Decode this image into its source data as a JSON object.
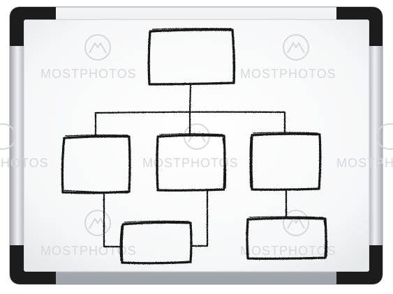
{
  "colors": {
    "frame_light": "#e4e6ea",
    "frame_dark": "#a9adb4",
    "corner": "#1c1c1c",
    "board_center": "#ffffff",
    "board_edge": "#e9ecef",
    "marker": "#141414",
    "watermark": "#d5d8dc"
  },
  "watermark": {
    "text": "MOSTPHOTOS",
    "logo_icon": "mostphotos-mountain-logo-icon"
  },
  "diagram": {
    "type": "org-chart",
    "boxes": [
      {
        "id": "root",
        "label": ""
      },
      {
        "id": "child-left",
        "label": ""
      },
      {
        "id": "child-middle",
        "label": ""
      },
      {
        "id": "child-right",
        "label": ""
      },
      {
        "id": "grandchild-left",
        "label": ""
      },
      {
        "id": "grandchild-right",
        "label": ""
      }
    ],
    "edges": [
      {
        "from": "root",
        "to": "child-left"
      },
      {
        "from": "root",
        "to": "child-middle"
      },
      {
        "from": "root",
        "to": "child-right"
      },
      {
        "from": "child-left",
        "to": "grandchild-left"
      },
      {
        "from": "child-middle",
        "to": "grandchild-left"
      },
      {
        "from": "child-right",
        "to": "grandchild-right"
      }
    ]
  }
}
